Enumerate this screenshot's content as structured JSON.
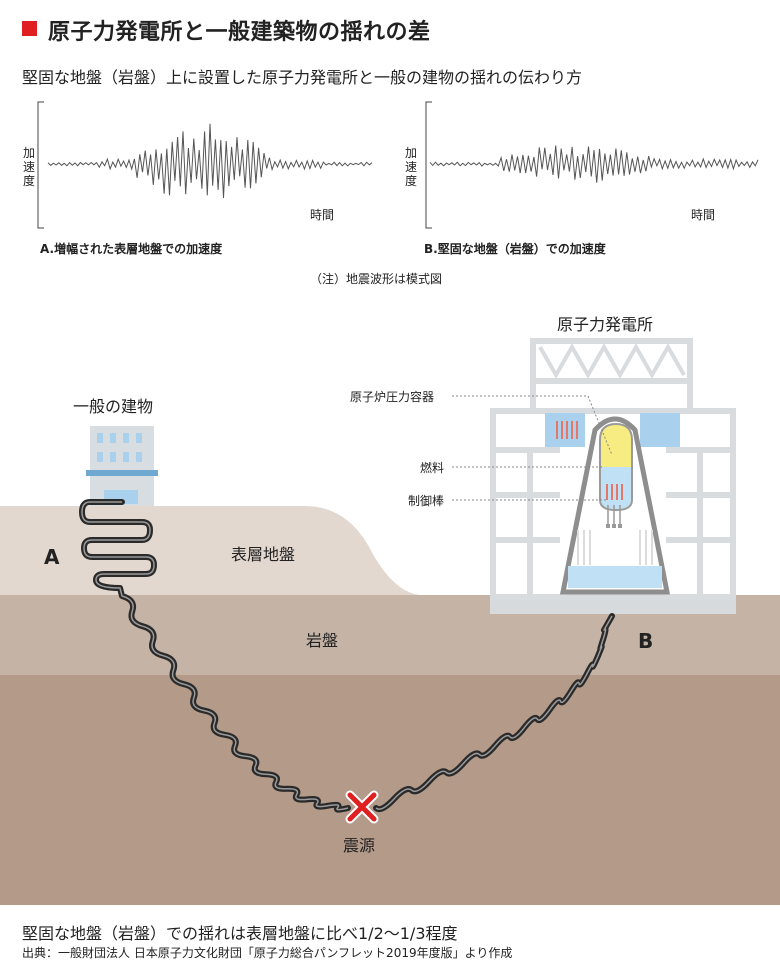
{
  "header": {
    "title": "原子力発電所と一般建築物の揺れの差",
    "subtitle": "堅固な地盤（岩盤）上に設置した原子力発電所と一般の建物の揺れの伝わり方"
  },
  "waveforms": {
    "a": {
      "ylabel": "加速度",
      "xlabel": "時間",
      "caption": "A.増幅された表層地盤での加速度"
    },
    "b": {
      "ylabel": "加速度",
      "xlabel": "時間",
      "caption": "B.堅固な地盤（岩盤）での加速度"
    },
    "note": "（注）地震波形は模式図"
  },
  "diagram": {
    "building_label": "一般の建物",
    "plant_label": "原子力発電所",
    "vessel_label": "原子炉圧力容器",
    "fuel_label": "燃料",
    "rod_label": "制御棒",
    "surface_layer": "表層地盤",
    "bedrock": "岩盤",
    "epicenter": "震源",
    "point_a": "A",
    "point_b": "B",
    "colors": {
      "marker": "#e02020",
      "surface": "#e3d8d0",
      "rock": "#c5b3a6",
      "deep": "#b39a89"
    }
  },
  "footer": {
    "summary": "堅固な地盤（岩盤）での揺れは表層地盤に比べ1/2〜1/3程度",
    "source": "出典：一般財団法人 日本原子力文化財団「原子力総合パンフレット2019年度版」より作成"
  }
}
